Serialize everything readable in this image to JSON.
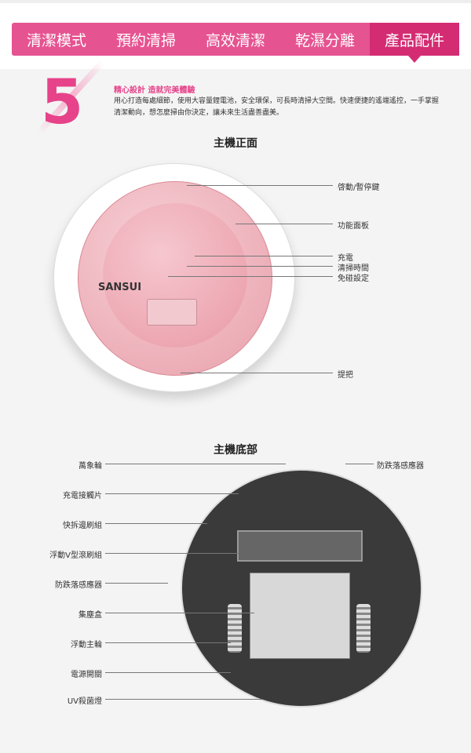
{
  "nav": {
    "tabs": [
      {
        "label": "清潔模式"
      },
      {
        "label": "預約清掃"
      },
      {
        "label": "高效清潔"
      },
      {
        "label": "乾濕分離"
      },
      {
        "label": "產品配件",
        "active": true
      }
    ]
  },
  "feature": {
    "number": "5",
    "headline": "精心設計 造就完美體驗",
    "body": "用心打造每處細節，使用大容量鋰電池，安全環保，可長時清掃大空間。快速便捷的遙端遙控，一手掌握清潔動向，想怎麼掃由你決定，讓未來生活盡善盡美。"
  },
  "front": {
    "title": "主機正面",
    "brand": "SANSUI",
    "labels": [
      "啓動/暫停鍵",
      "功能面板",
      "充電",
      "清掃時間",
      "免碰設定",
      "提把"
    ]
  },
  "bottom": {
    "title": "主機底部",
    "left_labels": [
      "萬象輪",
      "充電接觸片",
      "快拆邊刷組",
      "浮動V型滾刷組",
      "防跌落感應器",
      "集塵盒",
      "浮動主輪",
      "電源開關",
      "UV殺菌燈"
    ],
    "right_labels": [
      "防跌落感應器"
    ]
  },
  "colors": {
    "accent": "#e65391",
    "active": "#d42c73"
  }
}
